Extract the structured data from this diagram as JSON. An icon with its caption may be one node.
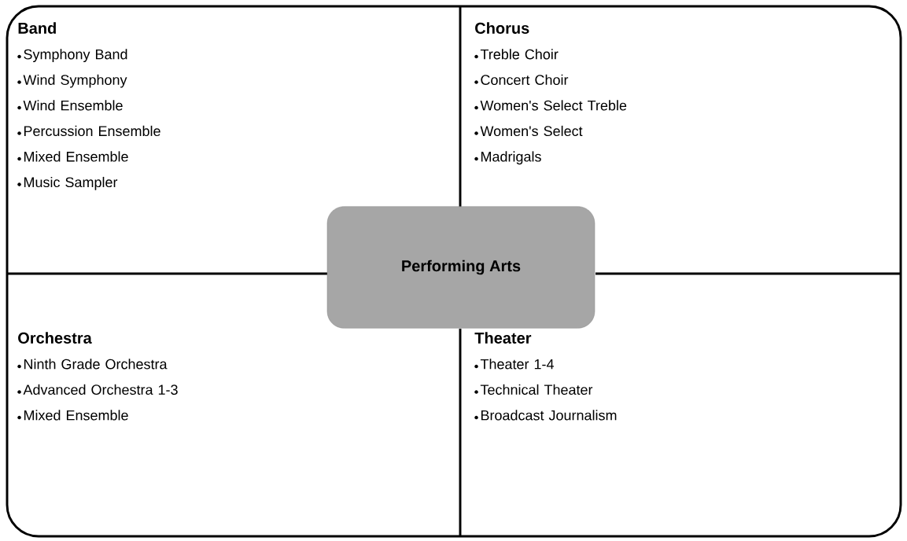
{
  "diagram": {
    "nodes": [
      {
        "text": [
          "Band",
          "Symphony Band",
          "Wind Symphony",
          "Wind Ensemble",
          "Percussion Ensemble",
          "Mixed Ensemble",
          "Music Sampler"
        ]
      },
      {
        "text": [
          "Chorus",
          "Treble Choir",
          "Concert Choir",
          "Women's Select Treble",
          "Women's Select",
          "Madrigals"
        ]
      },
      {
        "text": [
          "Performing Arts"
        ]
      },
      {
        "text": [
          "Orchestra",
          "Ninth Grade Orchestra",
          "Advanced Orchestra 1-3",
          "Mixed Ensemble"
        ]
      },
      {
        "text": [
          "Theater",
          "Theater 1-4",
          "Technical Theater",
          "Broadcast Journalism"
        ]
      }
    ]
  }
}
